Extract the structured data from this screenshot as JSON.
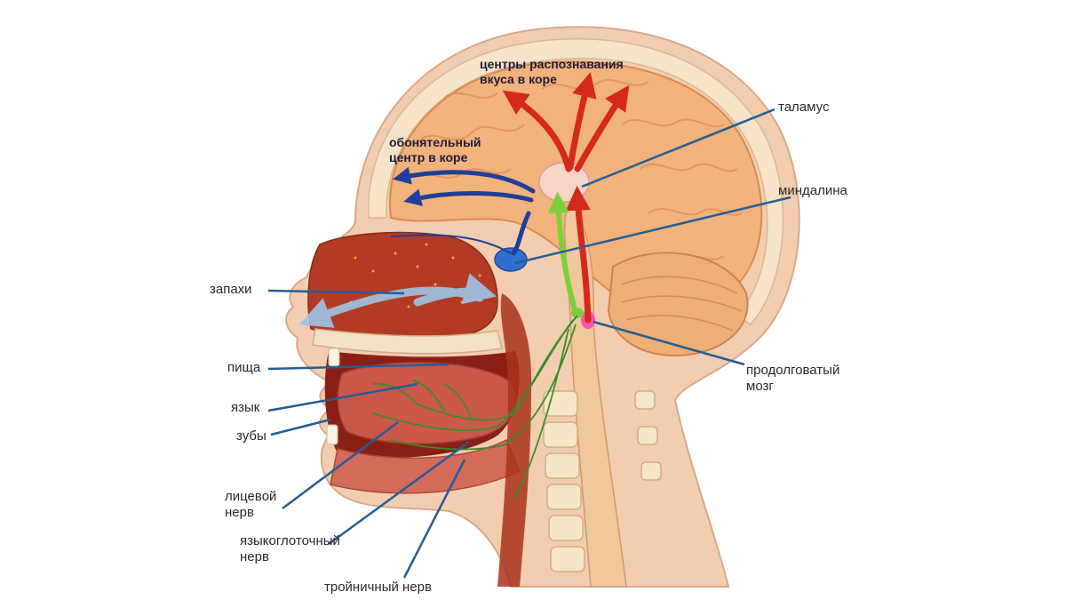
{
  "labels": {
    "taste_centers": [
      "центры распознавания",
      "вкуса в коре"
    ],
    "olfactory_center": [
      "обонятельный",
      "центр в коре"
    ],
    "thalamus": "таламус",
    "amygdala": "миндалина",
    "smells": "запахи",
    "food": "пища",
    "tongue": "язык",
    "teeth": "зубы",
    "facial_nerve": [
      "лицевой",
      "нерв"
    ],
    "glossopharyngeal_nerve": [
      "языкоглоточный",
      "нерв"
    ],
    "trigeminal_nerve": "тройничный нерв",
    "medulla": [
      "продолговатый",
      "мозг"
    ]
  },
  "colors": {
    "skin": "#f3cdb0",
    "brain": "#f2b27c",
    "cavity": "#b33a24",
    "tongue": "#c9574a",
    "leader_line": "#245d96",
    "taste_arrow": "#d42a1c",
    "smell_arrow": "#1f3f9a",
    "nerve": "#3d8a2c"
  }
}
